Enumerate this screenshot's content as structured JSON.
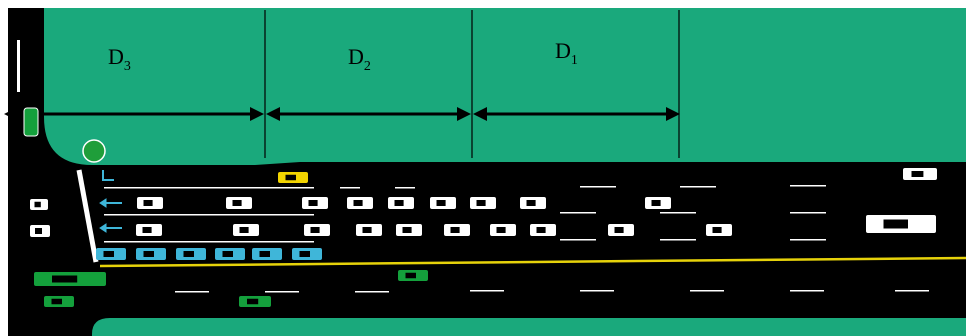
{
  "labels": {
    "d3": {
      "main": "D",
      "sub": "3"
    },
    "d2": {
      "main": "D",
      "sub": "2"
    },
    "d1": {
      "main": "D",
      "sub": "1"
    }
  },
  "colors": {
    "grass": "#1aa97c",
    "road": "#000000",
    "lane_marking": "#ffffff",
    "center_line": "#e6d20a",
    "car_white": "#ffffff",
    "car_queued": "#3fb6d9",
    "car_green": "#14a03c",
    "car_yellow": "#f2d400",
    "signal": "#1f9e3a"
  },
  "icons": {
    "signal": "traffic-signal-icon",
    "car": "car-icon",
    "truck": "truck-icon",
    "lane_arrow": "left-turn-arrow-icon"
  }
}
